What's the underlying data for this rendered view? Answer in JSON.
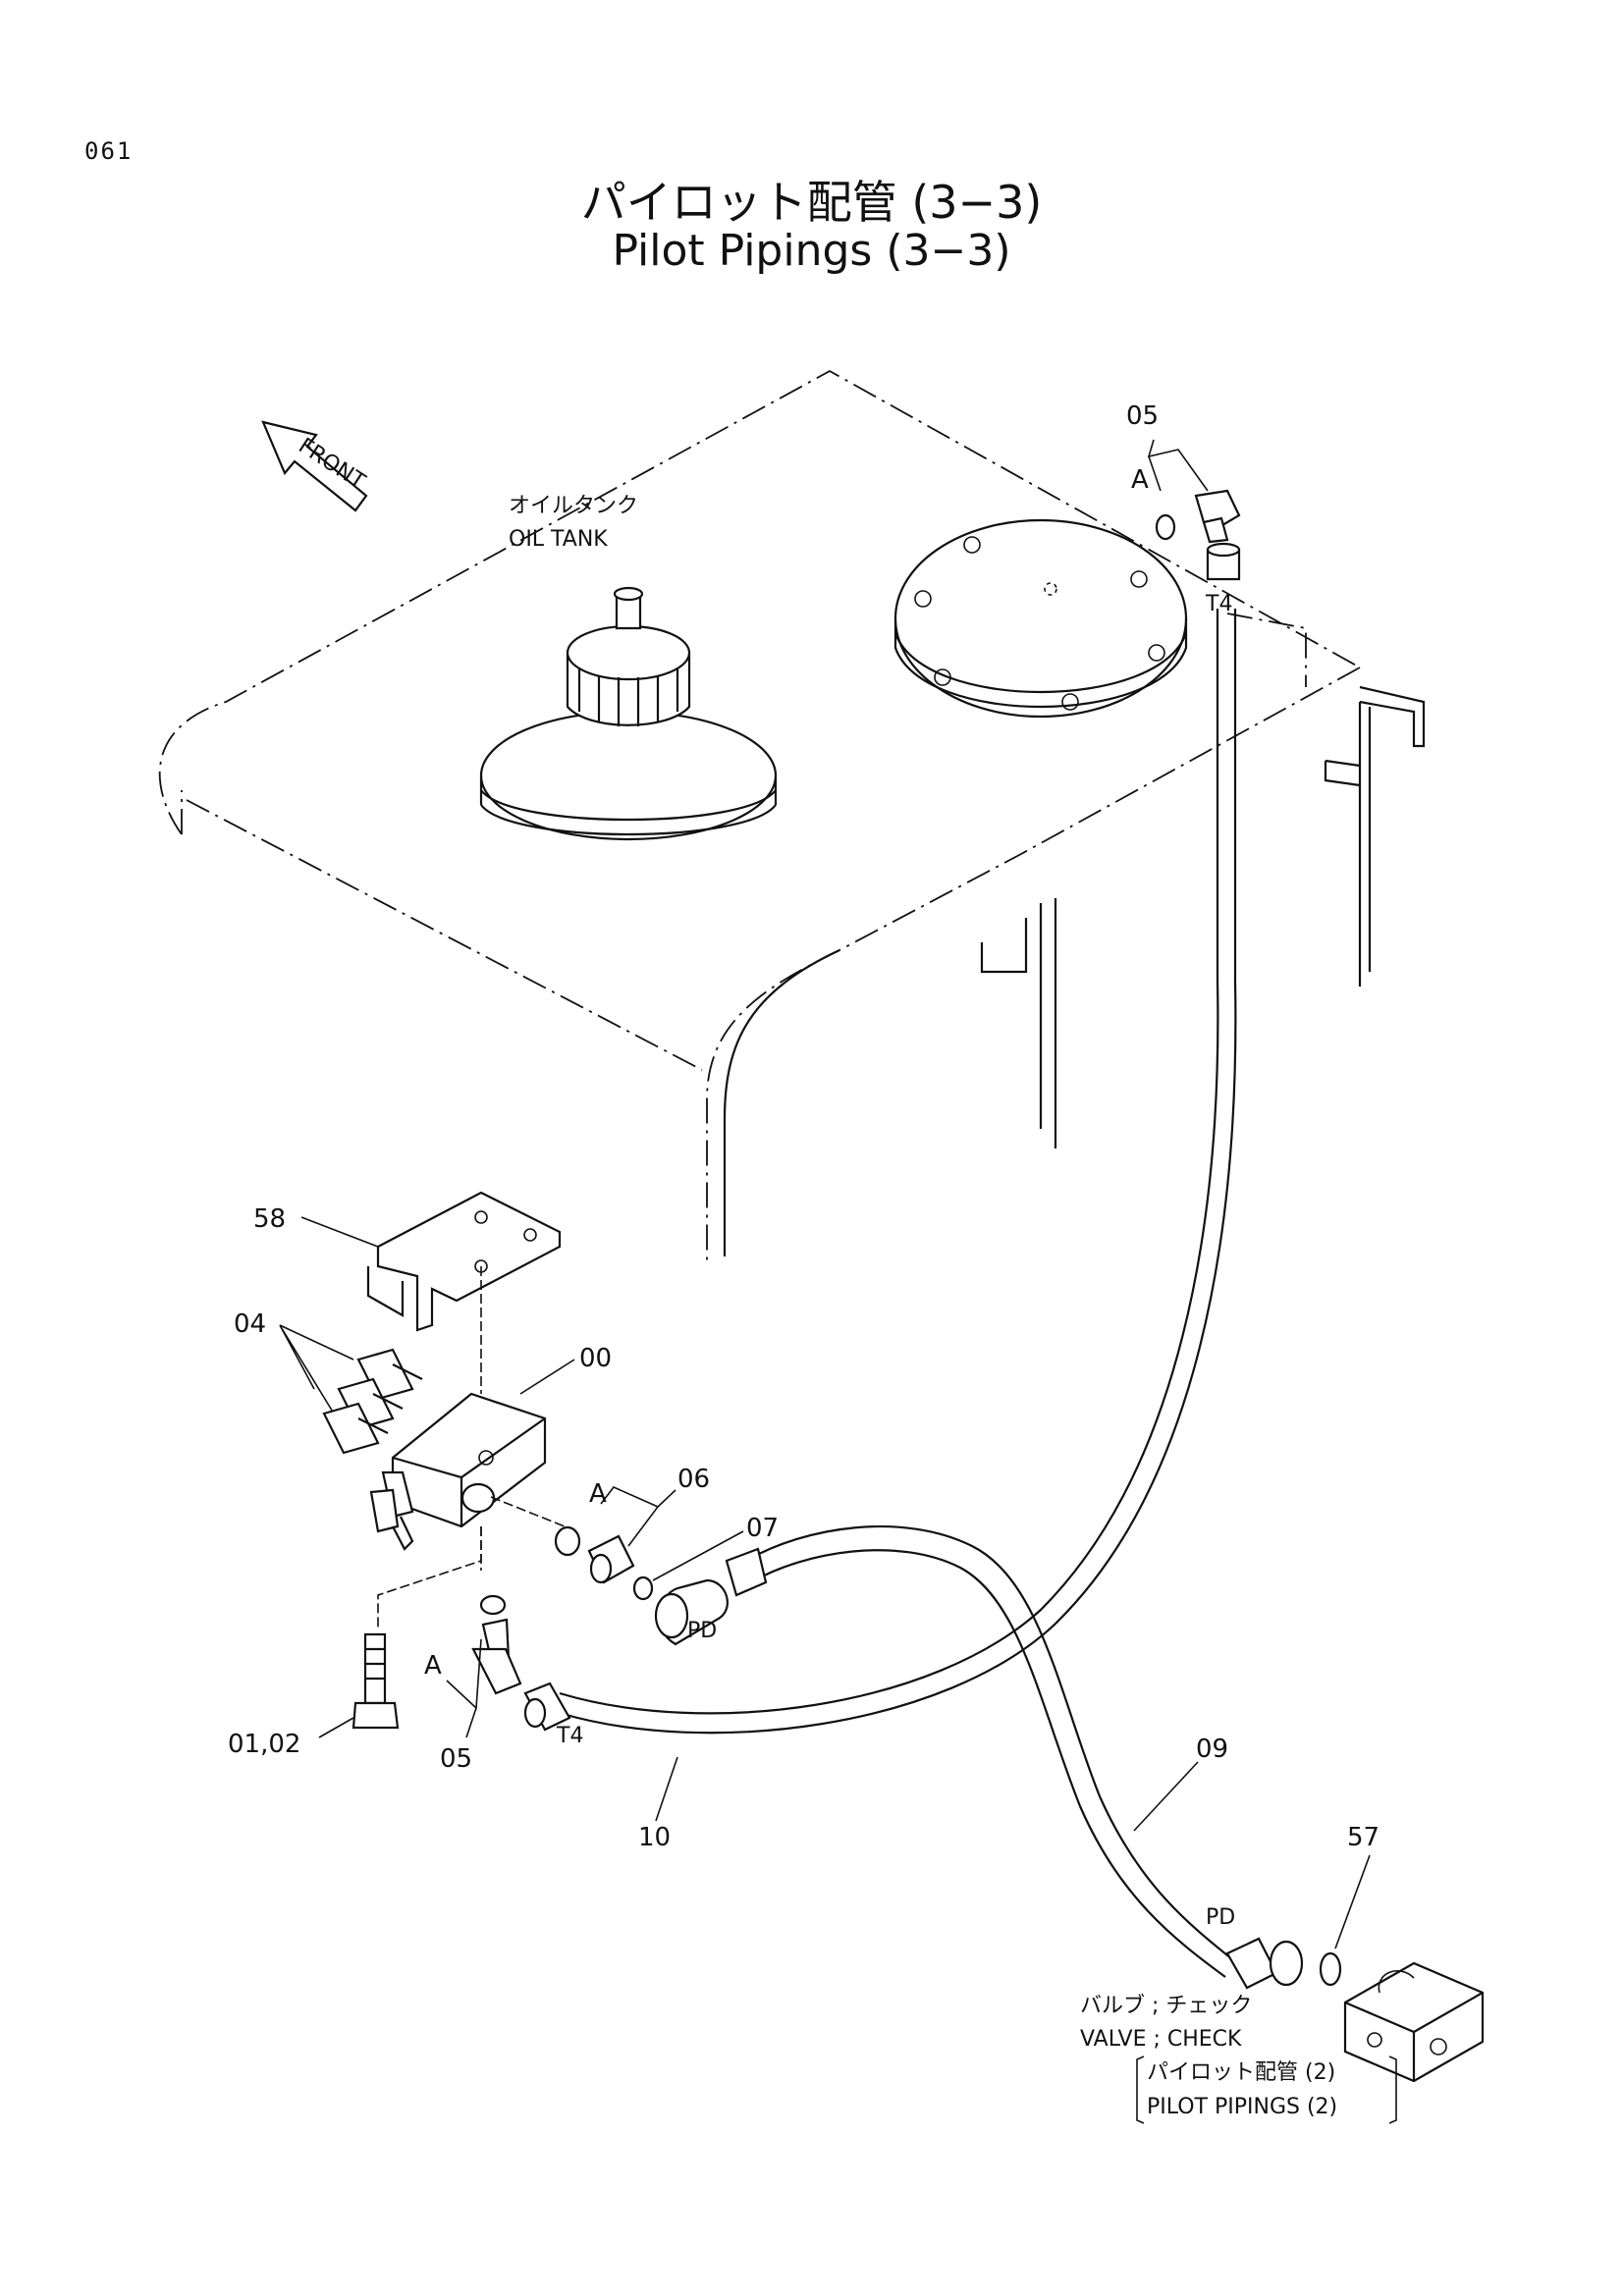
{
  "page": {
    "number": "061"
  },
  "title": {
    "ja": "パイロット配管 (3−3)",
    "en": "Pilot Pipings (3−3)"
  },
  "callouts": {
    "front": "FRONT",
    "oil_tank_ja": "オイルタンク",
    "oil_tank_en": "OIL TANK",
    "valve_check_ja": "バルブ ; チェック",
    "valve_check_en": "VALVE ; CHECK",
    "ref_ja": "パイロット配管 (2)",
    "ref_en": "PILOT PIPINGS (2)"
  },
  "parts": {
    "p00": "00",
    "p0102": "01,02",
    "p04": "04",
    "p05_top": "05",
    "p05_bottom": "05",
    "p06": "06",
    "p07": "07",
    "p09": "09",
    "p10": "10",
    "p57": "57",
    "p58": "58"
  },
  "ports": {
    "a_top": "A",
    "a_06": "A",
    "a_05": "A",
    "t4_top": "T4",
    "t4_bottom": "T4",
    "pd_upper": "PD",
    "pd_lower": "PD"
  }
}
